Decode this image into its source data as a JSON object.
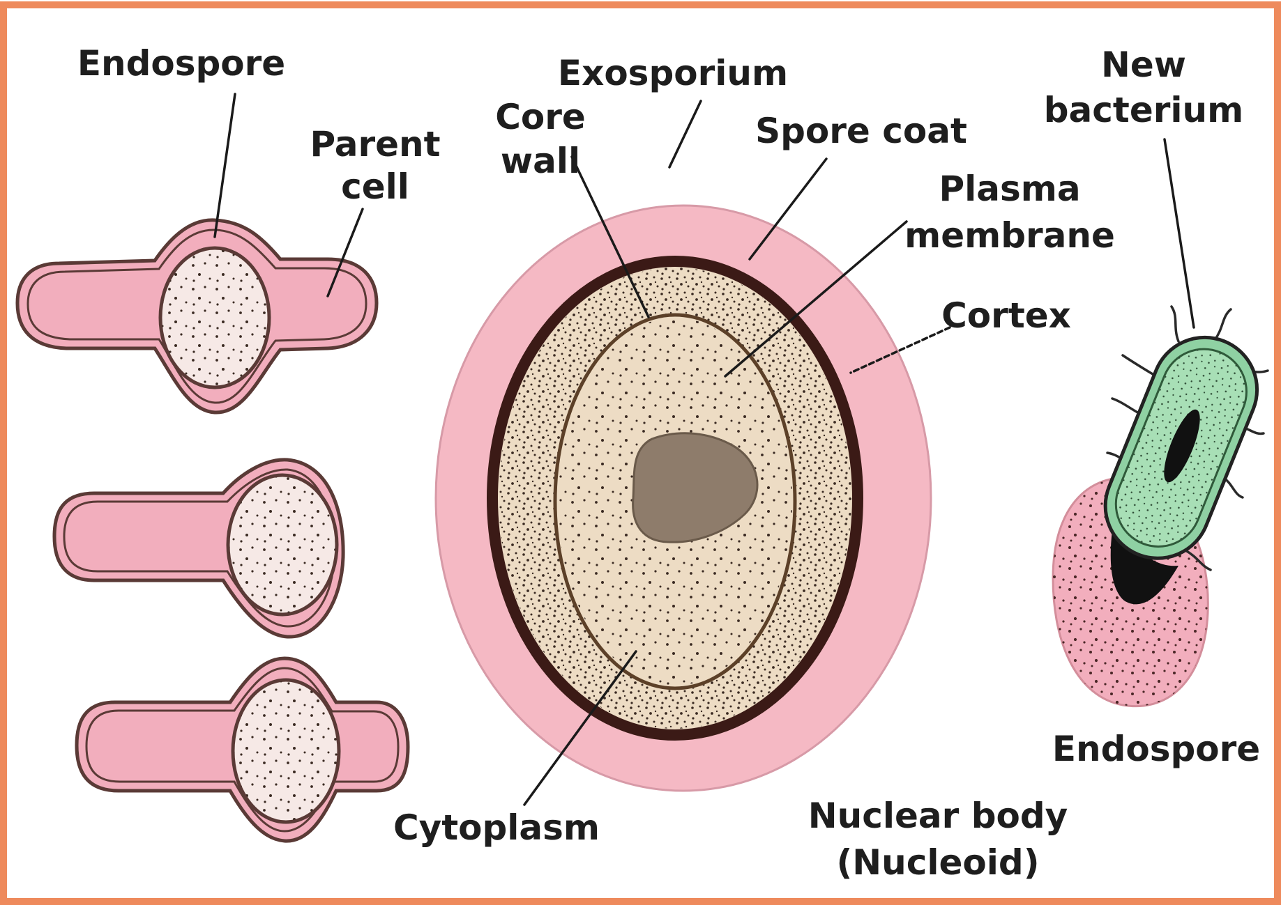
{
  "diagram": {
    "colors": {
      "frame": "#ee8a5c",
      "membrane": "#f2aebd",
      "exosporium": "#f5b9c4",
      "spore_interior": "#eddcc4",
      "endospore_fill": "#f6e9e6",
      "nucleoid": "#8e7c6b",
      "new_bacterium": "#8fd1a3",
      "outline": "#5a3a36",
      "spore_coat": "#3b1a16"
    },
    "labels": {
      "endospore_left": "Endospore",
      "parent_cell": [
        "Parent",
        "cell"
      ],
      "exosporium": "Exosporium",
      "core_wall": [
        "Core",
        "wall"
      ],
      "spore_coat": "Spore coat",
      "plasma_membrane": [
        "Plasma",
        "membrane"
      ],
      "cortex": "Cortex",
      "new_bacterium": [
        "New",
        "bacterium"
      ],
      "endospore_right": "Endospore",
      "cytoplasm": "Cytoplasm",
      "nuclear_body": [
        "Nuclear body",
        "(Nucleoid)"
      ]
    }
  }
}
